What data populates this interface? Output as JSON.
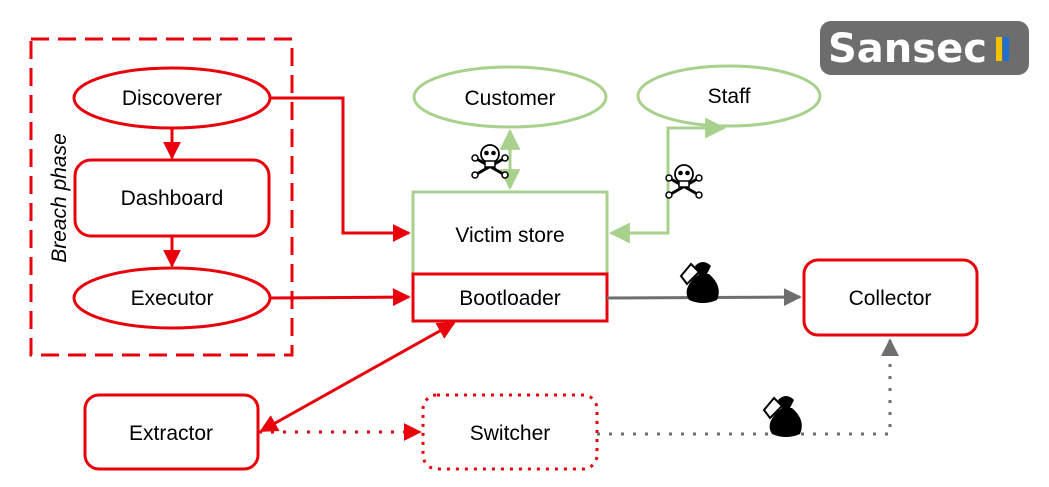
{
  "group": {
    "label": "Breach phase"
  },
  "nodes": {
    "discoverer": "Discoverer",
    "dashboard": "Dashboard",
    "executor": "Executor",
    "customer": "Customer",
    "staff": "Staff",
    "victim_store": "Victim store",
    "bootloader": "Bootloader",
    "collector": "Collector",
    "extractor": "Extractor",
    "switcher": "Switcher"
  },
  "logo": {
    "text": "Sansec"
  },
  "icons": [
    "skull-crossbones-icon",
    "money-bag-icon"
  ],
  "colors": {
    "red": "#e8000b",
    "green": "#a9d18e",
    "gray": "#6e6e6e",
    "logo_bg": "#6d6d6d"
  }
}
